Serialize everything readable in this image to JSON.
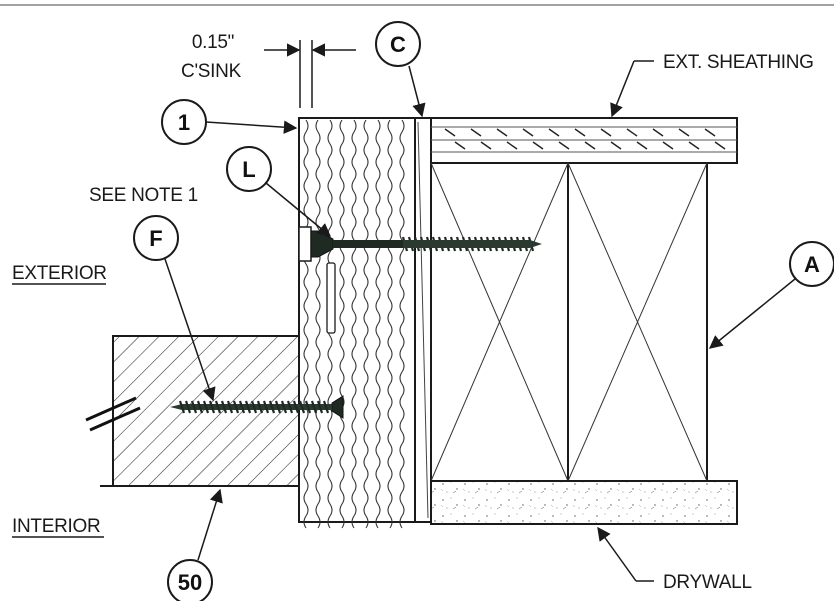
{
  "labels": {
    "dim_value": "0.15\"",
    "dim_note": "C'SINK",
    "ext_sheathing": "EXT. SHEATHING",
    "see_note": "SEE NOTE 1",
    "exterior": "EXTERIOR",
    "interior": "INTERIOR",
    "drywall": "DRYWALL"
  },
  "callouts": {
    "c": "C",
    "one": "1",
    "l": "L",
    "f": "F",
    "a": "A",
    "fifty": "50"
  }
}
